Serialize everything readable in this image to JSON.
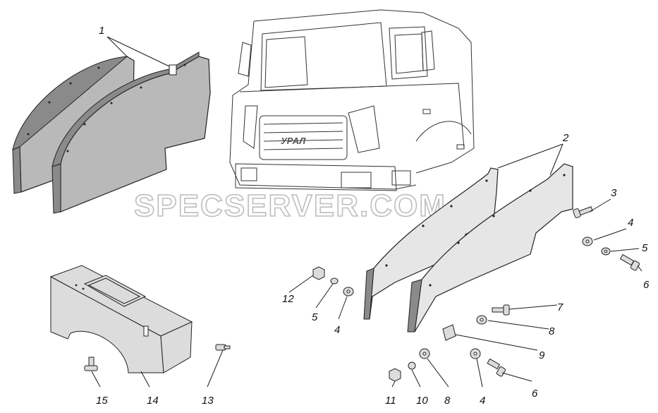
{
  "watermark": "SPECSERVER.COM",
  "grille_badge": "УРАЛ",
  "callouts": {
    "c1": "1",
    "c2": "2",
    "c3": "3",
    "c4a": "4",
    "c5a": "5",
    "c6a": "6",
    "c7": "7",
    "c8a": "8",
    "c9": "9",
    "c12": "12",
    "c5b": "5",
    "c4b": "4",
    "c11": "11",
    "c10": "10",
    "c8b": "8",
    "c4c": "4",
    "c6b": "6",
    "c15": "15",
    "c14": "14",
    "c13": "13"
  }
}
